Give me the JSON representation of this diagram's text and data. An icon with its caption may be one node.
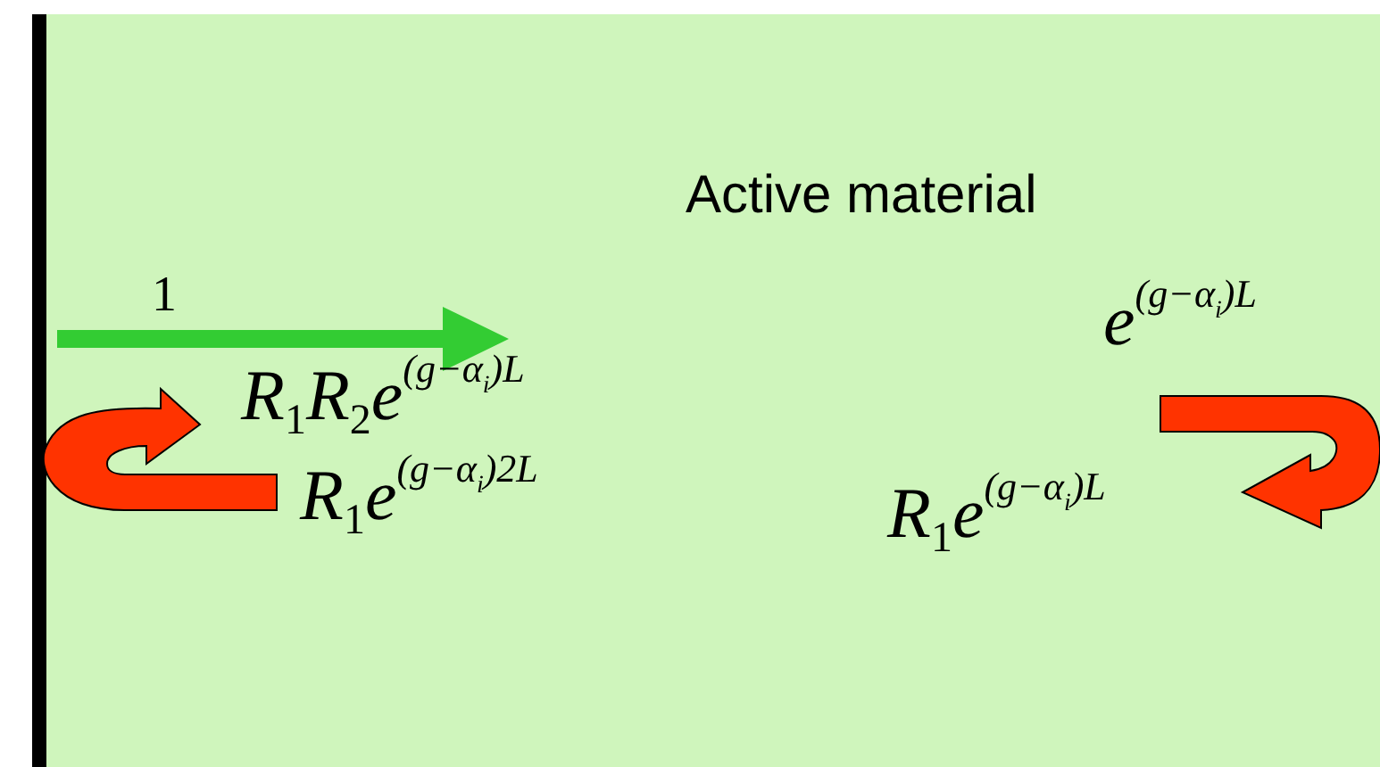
{
  "diagram": {
    "labels": [
      "Active material",
      "1",
      "R$_{1}$R$_{2}$e$^{(g−α}$$_{i}$$^{)L}$",
      "R$_{1}$e$^{(g−α}$$_{i}$$^{)2L}$",
      "e$^{(g−α}$$_{i}$$^{)L}$",
      "R$_{1}$e$^{(g−α}$$_{i}$$^{)L}$"
    ]
  }
}
